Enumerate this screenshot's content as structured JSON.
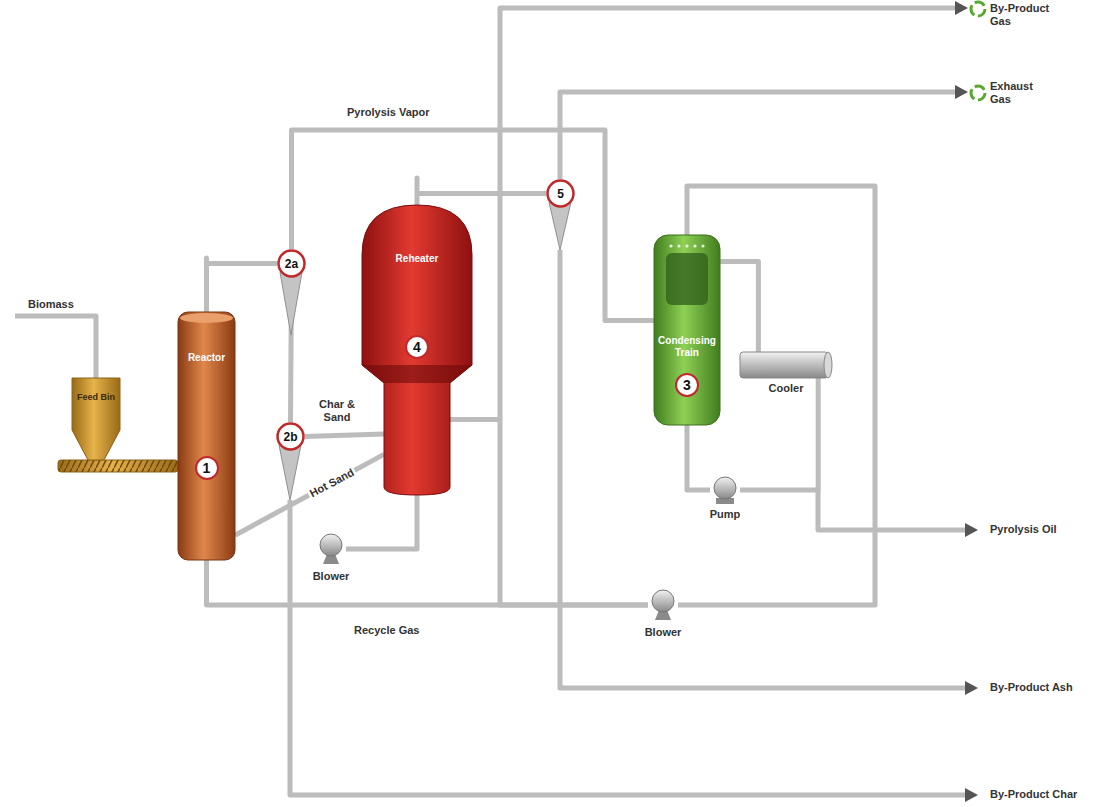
{
  "diagram": {
    "nodes": [
      {
        "text": [
          "Feed Bin"
        ]
      },
      {
        "text": [
          "Reactor",
          "1"
        ]
      },
      {
        "text": [
          "2a"
        ]
      },
      {
        "text": [
          "2b"
        ]
      },
      {
        "text": [
          "Reheater",
          "4"
        ]
      },
      {
        "text": [
          "5"
        ]
      },
      {
        "text": [
          "Condensing Train",
          "3"
        ]
      },
      {
        "text": [
          "Cooler"
        ]
      },
      {
        "text": [
          "Pump"
        ]
      },
      {
        "text": [
          "Blower"
        ]
      },
      {
        "text": [
          "Blower"
        ]
      }
    ],
    "edges": [
      {
        "from": 0,
        "to": 1,
        "arrow": "none"
      },
      {
        "from": 1,
        "to": 2,
        "arrow": "none"
      },
      {
        "from": 2,
        "to": 3,
        "arrow": "none"
      },
      {
        "from": 2,
        "to": 6,
        "label": "Pyrolysis Vapor",
        "arrow": "none"
      },
      {
        "from": 3,
        "to": 4,
        "label": "Char & Sand",
        "arrow": "none"
      },
      {
        "from": 4,
        "to": 1,
        "label": "Hot Sand",
        "arrow": "none"
      },
      {
        "from": 9,
        "to": 4,
        "arrow": "none"
      },
      {
        "from": 4,
        "to": 5,
        "arrow": "none"
      },
      {
        "from": 6,
        "to": 8,
        "arrow": "none"
      },
      {
        "from": 8,
        "to": 7,
        "arrow": "none"
      },
      {
        "from": 7,
        "to": 6,
        "arrow": "none"
      },
      {
        "from": 6,
        "to": 10,
        "arrow": "none"
      },
      {
        "from": 10,
        "to": 1,
        "label": "Recycle Gas",
        "arrow": "none"
      },
      {
        "from": 10,
        "to": 4,
        "arrow": "none"
      }
    ],
    "labels": [
      "Biomass",
      "By-Product Gas",
      "Exhaust Gas",
      "Pyrolysis Oil",
      "By-Product Ash",
      "By-Product Char"
    ]
  }
}
